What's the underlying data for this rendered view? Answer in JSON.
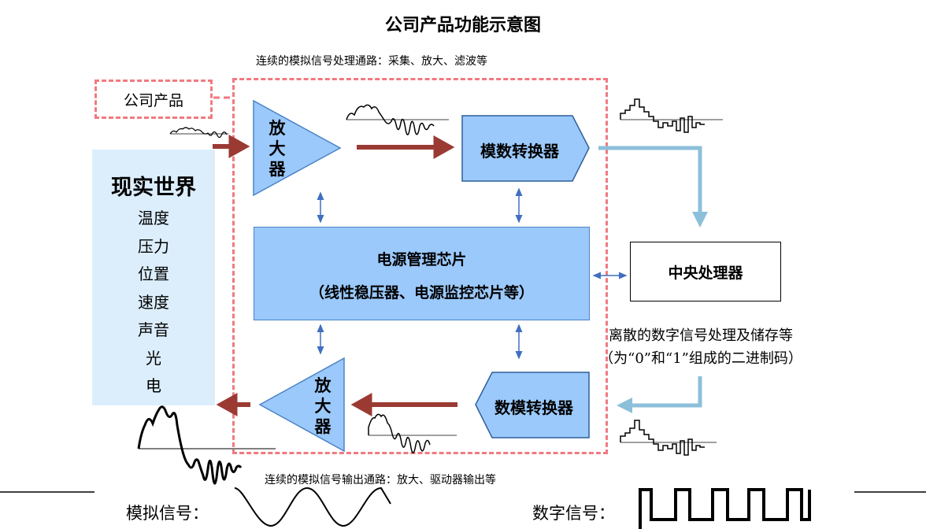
{
  "title": "公司产品功能示意图",
  "top_caption": "连续的模拟信号处理通路：采集、放大、滤波等",
  "bottom_caption": "连续的模拟信号输出通路：放大、驱动器输出等",
  "product_tag": "公司产品",
  "real_world": {
    "title": "现实世界",
    "items": [
      "温度",
      "压力",
      "位置",
      "速度",
      "声音",
      "光",
      "电"
    ]
  },
  "amplifier_in": [
    "放",
    "大",
    "器"
  ],
  "amplifier_out": [
    "放",
    "大",
    "器"
  ],
  "adc_label": "模数转换器",
  "dac_label": "数模转换器",
  "power_chip": {
    "line1": "电源管理芯片",
    "line2": "（线性稳压器、电源监控芯片等）"
  },
  "cpu_label": "中央处理器",
  "digital_note": {
    "line1": "离散的数字信号处理及储存等",
    "line2": "（为“0”和“1”组成的二进制码）"
  },
  "legend": {
    "analog_label": "模拟信号：",
    "digital_label": "数字信号："
  },
  "colors": {
    "dashed_border": "#f07a80",
    "blue_fill": "#9bc9fb",
    "light_blue_fill": "#dceefc",
    "analog_arrow": "#9b3a33",
    "digital_arrow": "#8cbfda",
    "power_arrow": "#3f6fbf"
  }
}
